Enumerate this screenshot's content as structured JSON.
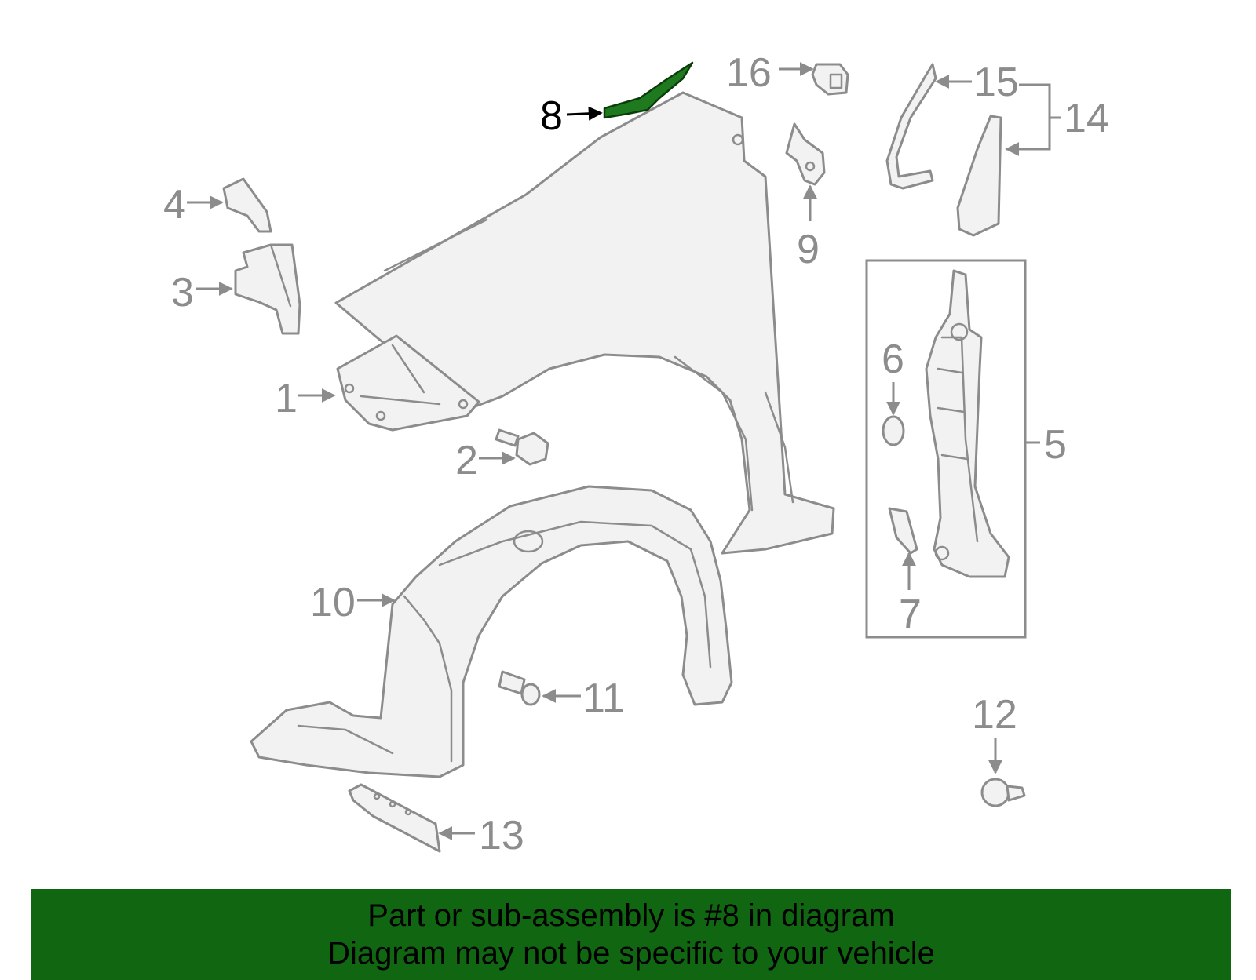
{
  "diagram": {
    "highlighted_part": "8",
    "labels": {
      "p1": "1",
      "p2": "2",
      "p3": "3",
      "p4": "4",
      "p5": "5",
      "p6": "6",
      "p7": "7",
      "p8": "8",
      "p9": "9",
      "p10": "10",
      "p11": "11",
      "p12": "12",
      "p13": "13",
      "p14": "14",
      "p15": "15",
      "p16": "16"
    },
    "colors": {
      "line": "#8c8c8c",
      "highlight": "#1f7a1f",
      "banner": "#116611"
    }
  },
  "banner": {
    "line1": "Part or sub-assembly is #8 in diagram",
    "line2": "Diagram may not be specific to your vehicle"
  }
}
